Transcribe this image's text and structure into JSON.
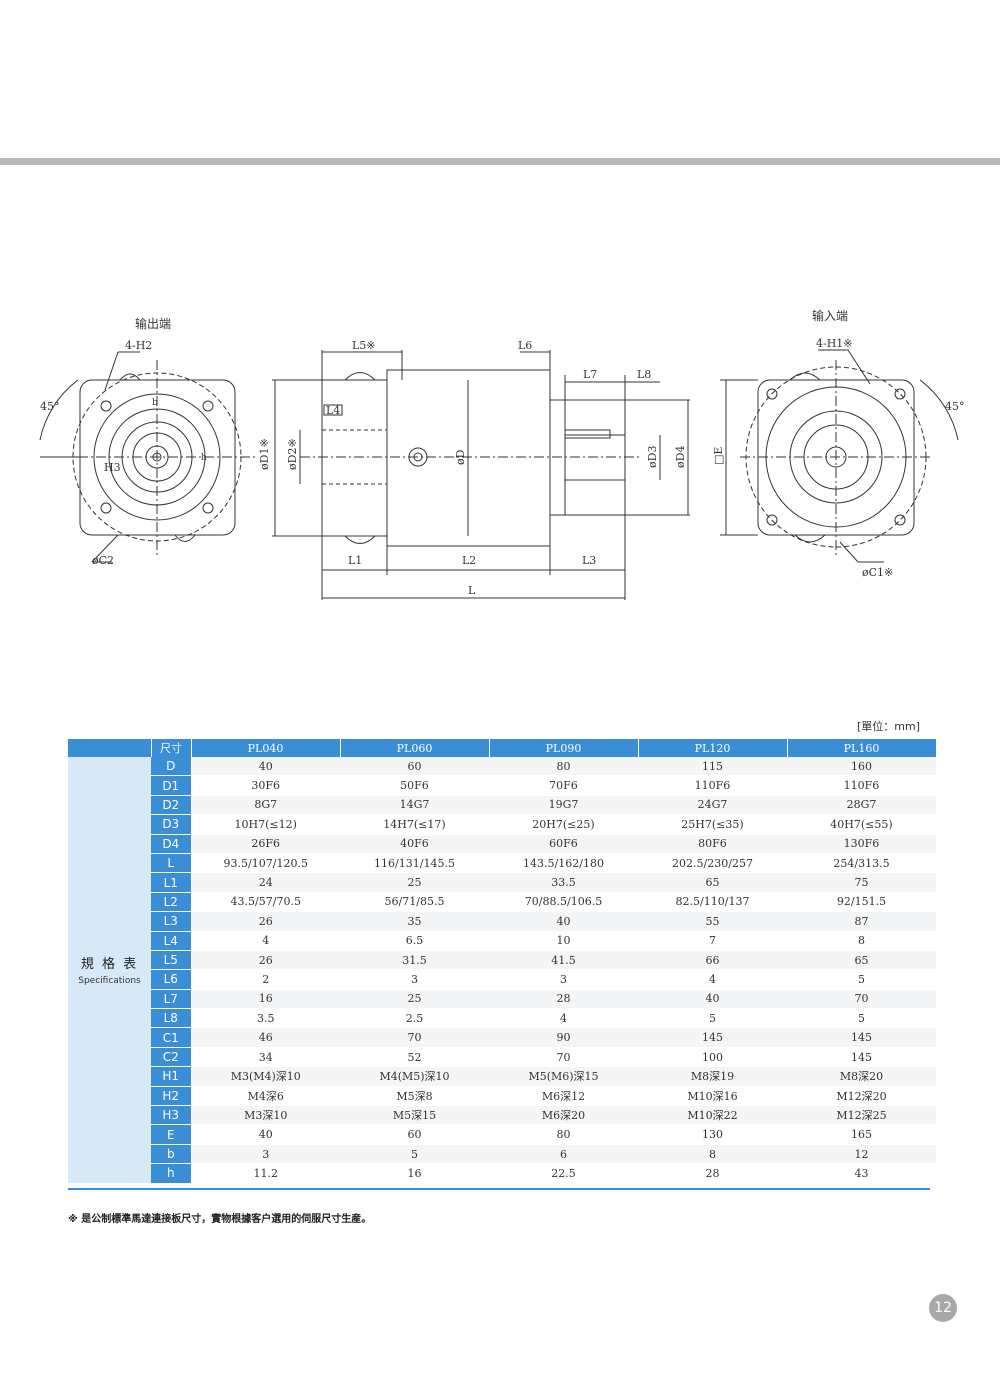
{
  "labels": {
    "output_end": "输出端",
    "input_end": "输入端",
    "h2": "4-H2",
    "h1": "4-H1※",
    "angle": "45°",
    "c2": "øC2",
    "c1": "øC1※",
    "h3": "H3",
    "b": "b",
    "h": "h",
    "l5": "L5※",
    "l6": "L6",
    "l7": "L7",
    "l8": "L8",
    "l4": "L4",
    "d1": "øD1※",
    "d2": "øD2※",
    "d": "øD",
    "d3": "øD3",
    "d4": "øD4",
    "l1": "L1",
    "l2": "L2",
    "l3": "L3",
    "l": "L",
    "e": "□E"
  },
  "unit_note": "[單位：mm]",
  "table": {
    "corner": "尺寸",
    "side_cn": "規 格 表",
    "side_en": "Specifications",
    "models": [
      "PL040",
      "PL060",
      "PL090",
      "PL120",
      "PL160"
    ],
    "rows": [
      {
        "param": "D",
        "values": [
          "40",
          "60",
          "80",
          "115",
          "160"
        ]
      },
      {
        "param": "D1",
        "values": [
          "30F6",
          "50F6",
          "70F6",
          "110F6",
          "110F6"
        ]
      },
      {
        "param": "D2",
        "values": [
          "8G7",
          "14G7",
          "19G7",
          "24G7",
          "28G7"
        ]
      },
      {
        "param": "D3",
        "values": [
          "10H7(≤12)",
          "14H7(≤17)",
          "20H7(≤25)",
          "25H7(≤35)",
          "40H7(≤55)"
        ]
      },
      {
        "param": "D4",
        "values": [
          "26F6",
          "40F6",
          "60F6",
          "80F6",
          "130F6"
        ]
      },
      {
        "param": "L",
        "values": [
          "93.5/107/120.5",
          "116/131/145.5",
          "143.5/162/180",
          "202.5/230/257",
          "254/313.5"
        ]
      },
      {
        "param": "L1",
        "values": [
          "24",
          "25",
          "33.5",
          "65",
          "75"
        ]
      },
      {
        "param": "L2",
        "values": [
          "43.5/57/70.5",
          "56/71/85.5",
          "70/88.5/106.5",
          "82.5/110/137",
          "92/151.5"
        ]
      },
      {
        "param": "L3",
        "values": [
          "26",
          "35",
          "40",
          "55",
          "87"
        ]
      },
      {
        "param": "L4",
        "values": [
          "4",
          "6.5",
          "10",
          "7",
          "8"
        ]
      },
      {
        "param": "L5",
        "values": [
          "26",
          "31.5",
          "41.5",
          "66",
          "65"
        ]
      },
      {
        "param": "L6",
        "values": [
          "2",
          "3",
          "3",
          "4",
          "5"
        ]
      },
      {
        "param": "L7",
        "values": [
          "16",
          "25",
          "28",
          "40",
          "70"
        ]
      },
      {
        "param": "L8",
        "values": [
          "3.5",
          "2.5",
          "4",
          "5",
          "5"
        ]
      },
      {
        "param": "C1",
        "values": [
          "46",
          "70",
          "90",
          "145",
          "145"
        ]
      },
      {
        "param": "C2",
        "values": [
          "34",
          "52",
          "70",
          "100",
          "145"
        ]
      },
      {
        "param": "H1",
        "values": [
          "M3(M4)深10",
          "M4(M5)深10",
          "M5(M6)深15",
          "M8深19",
          "M8深20"
        ]
      },
      {
        "param": "H2",
        "values": [
          "M4深6",
          "M5深8",
          "M6深12",
          "M10深16",
          "M12深20"
        ]
      },
      {
        "param": "H3",
        "values": [
          "M3深10",
          "M5深15",
          "M6深20",
          "M10深22",
          "M12深25"
        ]
      },
      {
        "param": "E",
        "values": [
          "40",
          "60",
          "80",
          "130",
          "165"
        ]
      },
      {
        "param": "b",
        "values": [
          "3",
          "5",
          "6",
          "8",
          "12"
        ]
      },
      {
        "param": "h",
        "values": [
          "11.2",
          "16",
          "22.5",
          "28",
          "43"
        ]
      }
    ]
  },
  "footnote": "※ 是公制標準馬達連接板尺寸，實物根據客户選用的伺服尺寸生産。",
  "page_number": "12",
  "colors": {
    "header_blue": "#3a8ed6",
    "side_light_blue": "#d7e9f7",
    "top_bar_gray": "#b9b9b9"
  }
}
